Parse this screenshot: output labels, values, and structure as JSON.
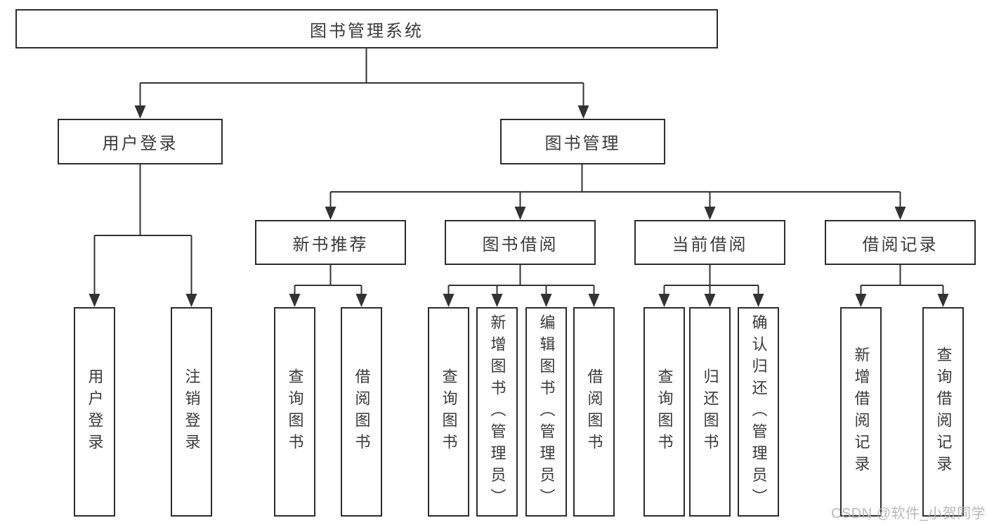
{
  "tree": {
    "root": {
      "label": "图书管理系统"
    },
    "children": [
      {
        "label": "用户登录",
        "children": [
          {
            "label": "用户登录"
          },
          {
            "label": "注销登录"
          }
        ]
      },
      {
        "label": "图书管理",
        "children": [
          {
            "label": "新书推荐",
            "children": [
              {
                "label": "查询图书"
              },
              {
                "label": "借阅图书"
              }
            ]
          },
          {
            "label": "图书借阅",
            "children": [
              {
                "label": "查询图书"
              },
              {
                "label": "新增图书（管理员）"
              },
              {
                "label": "编辑图书（管理员）"
              },
              {
                "label": "借阅图书"
              }
            ]
          },
          {
            "label": "当前借阅",
            "children": [
              {
                "label": "查询图书"
              },
              {
                "label": "归还图书"
              },
              {
                "label": "确认归还（管理员）"
              }
            ]
          },
          {
            "label": "借阅记录",
            "children": [
              {
                "label": "新增借阅记录"
              },
              {
                "label": "查询借阅记录"
              }
            ]
          }
        ]
      }
    ]
  },
  "watermark": {
    "text": "CSDN @软件_小贺同学"
  },
  "colors": {
    "line": "#333333",
    "box_border": "#2d2d2d",
    "text": "#3a3a3a",
    "watermark": "#b2b2b2",
    "background": "#ffffff"
  }
}
